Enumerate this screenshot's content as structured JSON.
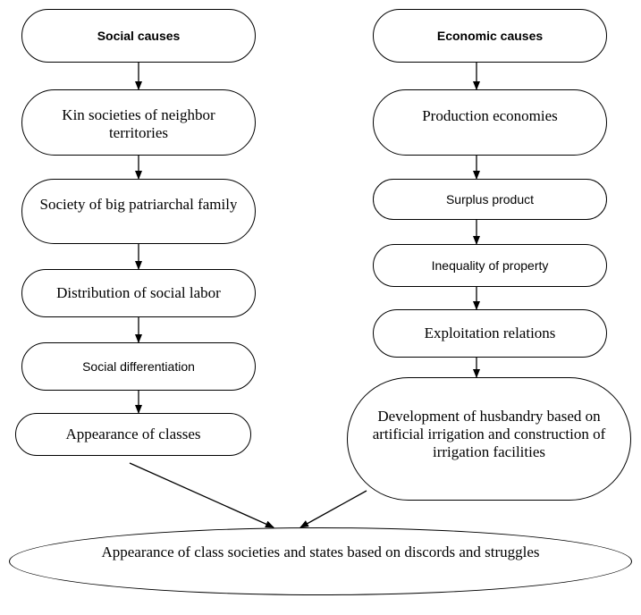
{
  "social": {
    "title": "Social causes",
    "items": [
      "Kin societies of neighbor territories",
      "Society of big patriarchal family",
      "Distribution of social labor",
      "Social differentiation",
      "Appearance of classes"
    ]
  },
  "economic": {
    "title": "Economic causes",
    "items": [
      "Production economies",
      "Surplus product",
      "Inequality of property",
      "Exploitation relations",
      "Development of husbandry based on artificial irrigation and construction of irrigation facilities"
    ]
  },
  "result": "Appearance of class societies and states based on discords and struggles"
}
